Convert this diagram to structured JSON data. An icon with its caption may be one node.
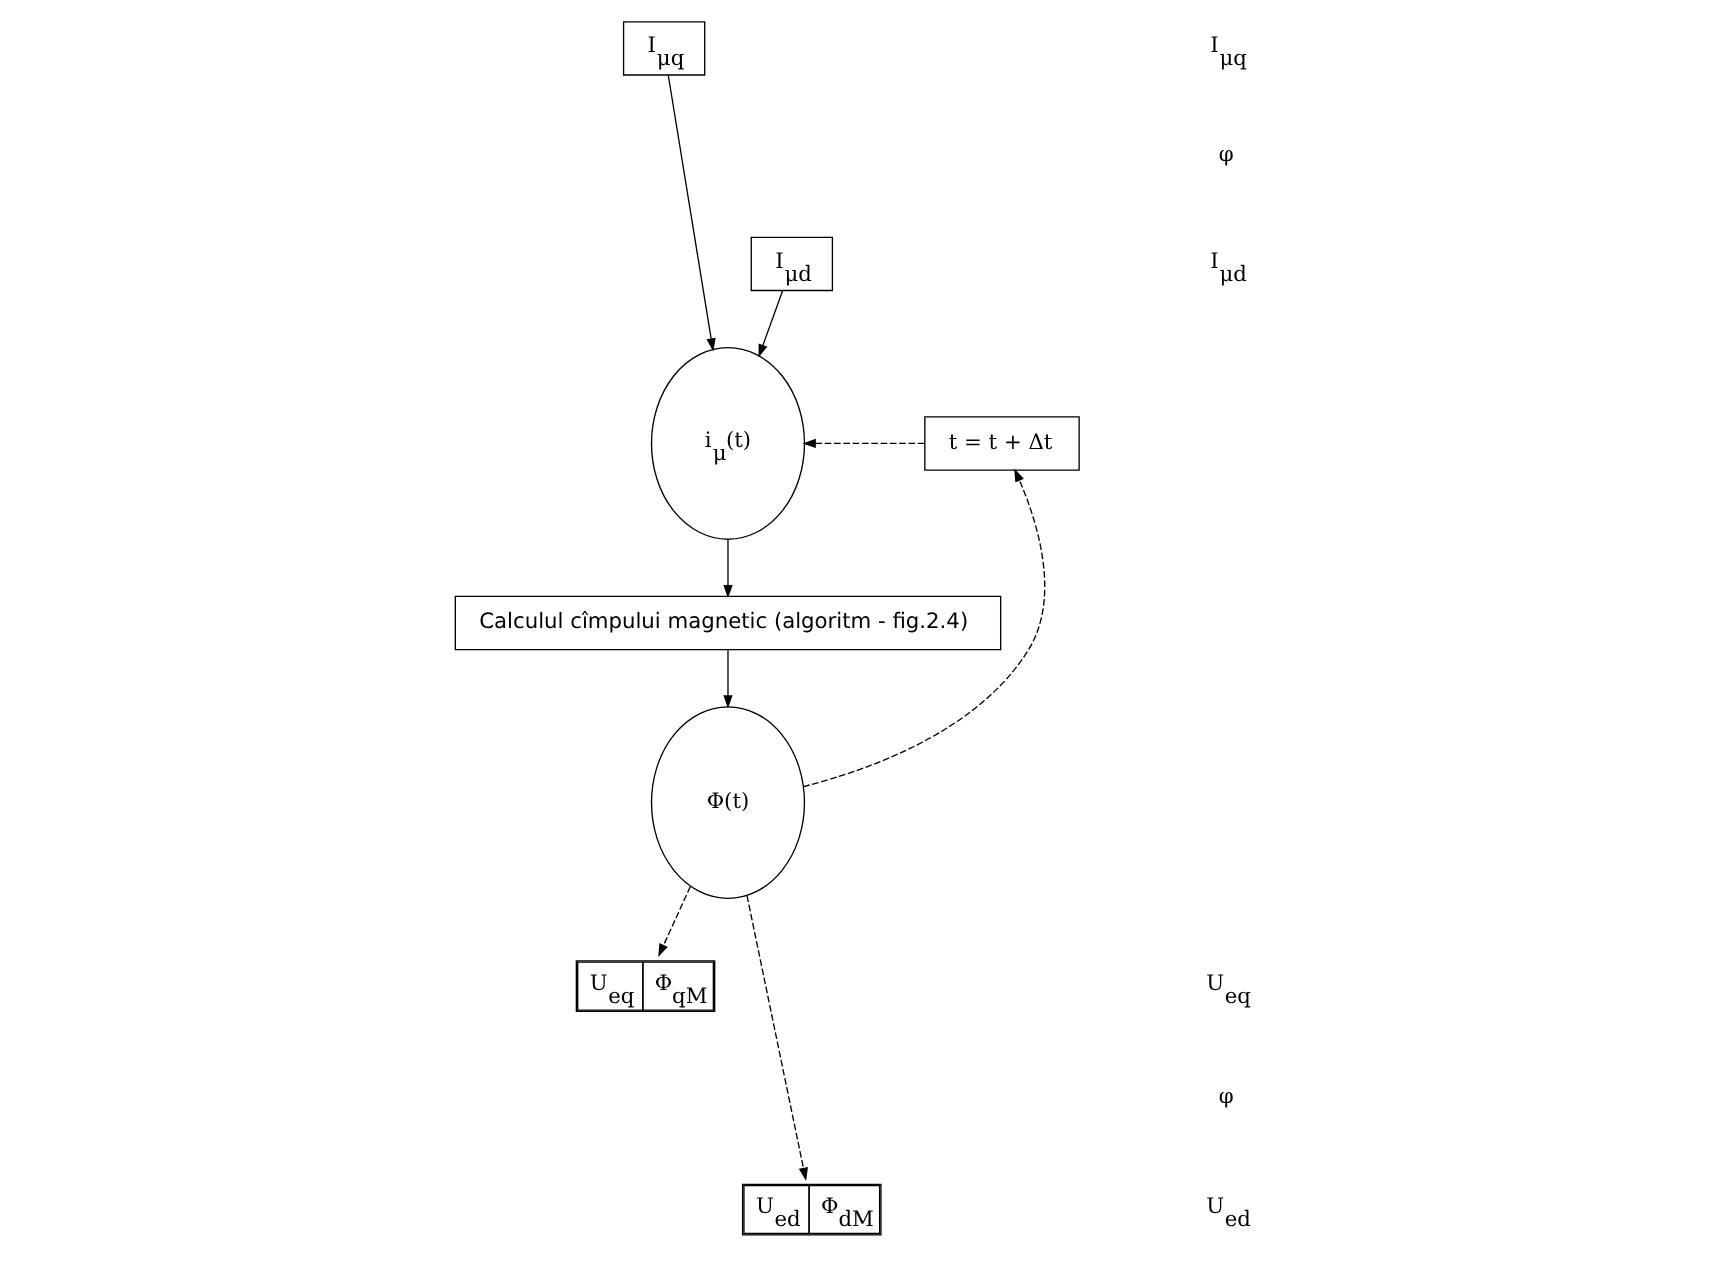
{
  "diagram": {
    "nodes": [
      {
        "text": [
          "I$_{μq}$"
        ]
      },
      {
        "text": [
          "I$_{μd}$"
        ]
      },
      {
        "text": [
          "i$_{μ}$(t)"
        ]
      },
      {
        "text": [
          "Calculul cîmpului magnetic (algoritm - fig.2.4)"
        ]
      },
      {
        "text": [
          "Φ(t)"
        ]
      },
      {
        "text": [
          "t = t + Δt"
        ]
      },
      {
        "text": [
          "U$_{eq}$",
          "Φ$_{qM}$"
        ]
      },
      {
        "text": [
          "U$_{ed}$",
          "Φ$_{dM}$"
        ]
      }
    ],
    "edges": [
      {
        "from": 0,
        "to": 2,
        "arrow": "to"
      },
      {
        "from": 1,
        "to": 2,
        "arrow": "to"
      },
      {
        "from": 2,
        "to": 3,
        "arrow": "to"
      },
      {
        "from": 3,
        "to": 4,
        "arrow": "to"
      },
      {
        "from": 4,
        "to": 5,
        "arrow": "to",
        "style": "dashed"
      },
      {
        "from": 5,
        "to": 2,
        "arrow": "to",
        "style": "dashed"
      },
      {
        "from": 4,
        "to": 6,
        "arrow": "to",
        "style": "dashed"
      },
      {
        "from": 4,
        "to": 7,
        "arrow": "to",
        "style": "dashed"
      }
    ],
    "labels": [
      "I$_{μq}$",
      "φ",
      "I$_{μd}$",
      "U$_{eq}$",
      "φ",
      "U$_{ed}$"
    ]
  }
}
